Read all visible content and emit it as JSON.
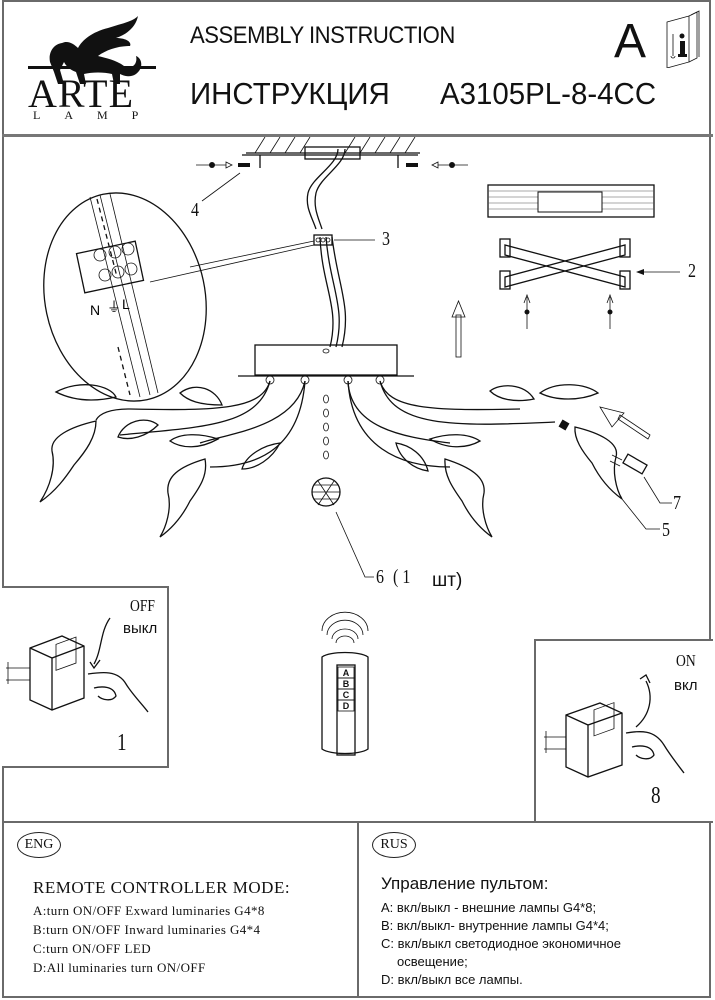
{
  "header": {
    "brand_name": "ARTE",
    "brand_sub": "LAMP",
    "title_en": "ASSEMBLY INSTRUCTION",
    "title_ru": "ИНСТРУКЦИЯ",
    "model": "A3105PL-8-4CC",
    "version_letter": "A"
  },
  "diagram": {
    "callouts": [
      {
        "id": "2",
        "label": "2"
      },
      {
        "id": "3",
        "label": "3"
      },
      {
        "id": "4",
        "label": "4"
      },
      {
        "id": "5",
        "label": "5"
      },
      {
        "id": "6",
        "label": "6",
        "qty": "( 1",
        "unit": "шт)"
      },
      {
        "id": "7",
        "label": "7"
      }
    ],
    "connector_marks": [
      "N",
      "⏚",
      "L"
    ],
    "remote_buttons": [
      "A",
      "B",
      "C",
      "D"
    ]
  },
  "step_off": {
    "state_en": "OFF",
    "state_ru": "выкл",
    "number": "1"
  },
  "step_on": {
    "state_en": "ON",
    "state_ru": "вкл",
    "number": "8"
  },
  "eng": {
    "badge": "ENG",
    "title": "REMOTE CONTROLLER MODE:",
    "lines": [
      "A:turn ON/OFF Exward luminaries G4*8",
      "B:turn ON/OFF Inward luminaries G4*4",
      "C:turn ON/OFF LED",
      "D:All luminaries turn ON/OFF"
    ]
  },
  "rus": {
    "badge": "RUS",
    "title": "Управление пультом:",
    "lines": [
      "A: вкл/выкл - внешние лампы G4*8;",
      "B: вкл/выкл- внутренние лампы G4*4;",
      "C: вкл/выкл светодиодное экономичное",
      "освещение;",
      "D: вкл/выкл все лампы."
    ]
  }
}
